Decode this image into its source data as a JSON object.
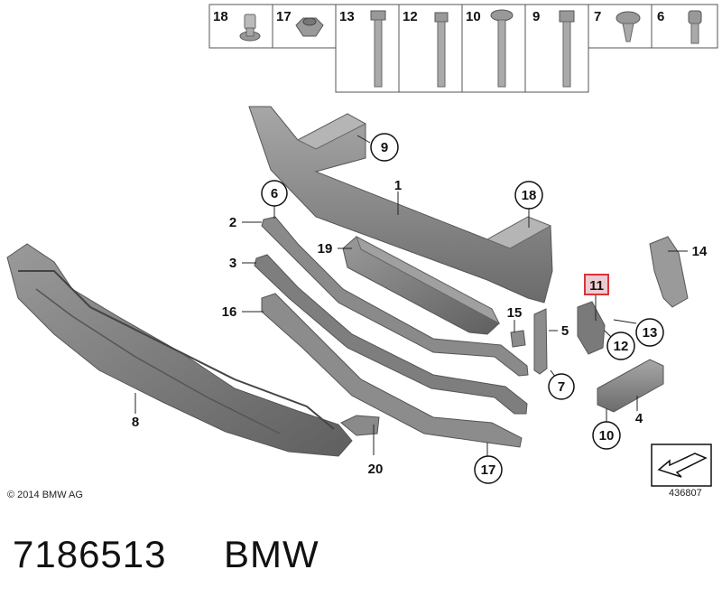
{
  "header_parts": [
    "18",
    "17",
    "13",
    "12",
    "10",
    "9",
    "7",
    "6"
  ],
  "callouts": {
    "c1": "1",
    "c2": "2",
    "c3": "3",
    "c4": "4",
    "c5": "5",
    "c6": "6",
    "c7": "7",
    "c8": "8",
    "c9": "9",
    "c10": "10",
    "c11": "11",
    "c12": "12",
    "c13": "13",
    "c14": "14",
    "c15": "15",
    "c16": "16",
    "c17": "17",
    "c18": "18",
    "c19": "19",
    "c20": "20"
  },
  "copyright": "© 2014 BMW AG",
  "diagram_ref": "436807",
  "part_number": "7186513",
  "brand": "BMW",
  "colors": {
    "part_fill": "#8c8c8c",
    "part_dark": "#6a6a6a",
    "highlight": "#d9343a",
    "highlight_fill": "#eecbd0"
  }
}
